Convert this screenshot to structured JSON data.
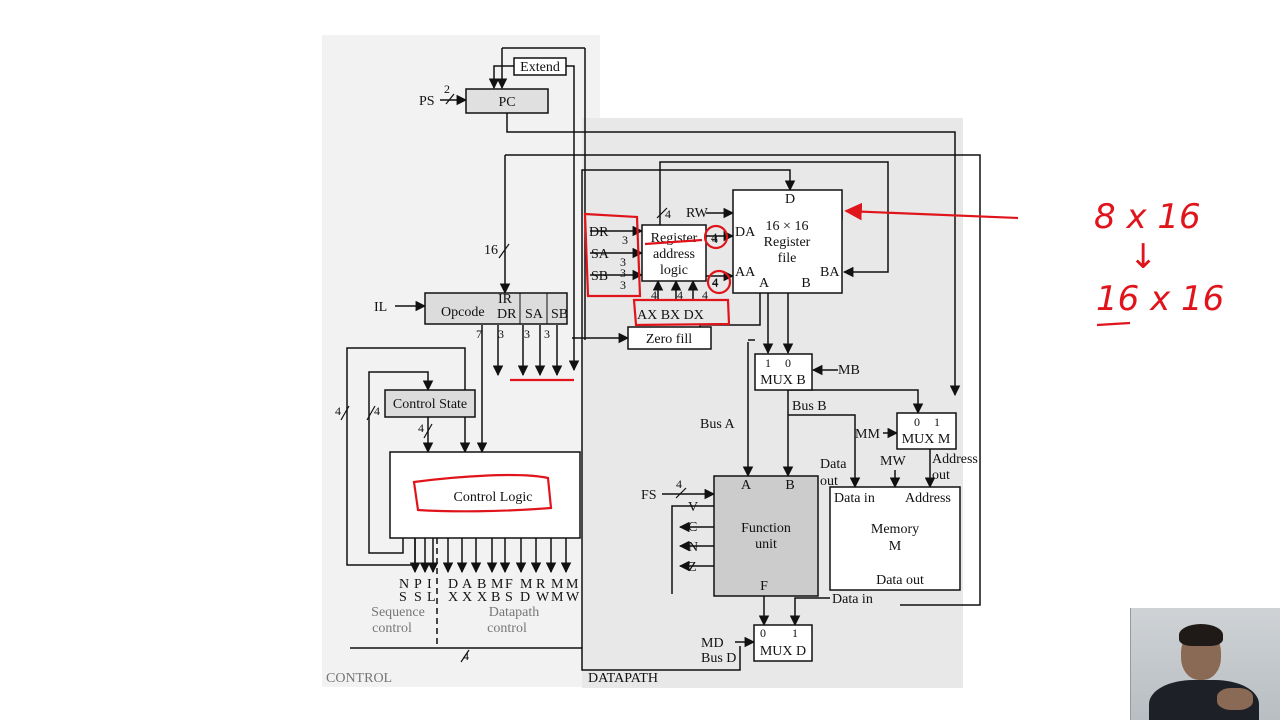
{
  "diagram": {
    "extend": "Extend",
    "pc": "PC",
    "ps": "PS",
    "ps_width": "2",
    "w16": "16",
    "il": "IL",
    "ir": "IR",
    "opcode": "Opcode",
    "ir_dr": "DR",
    "ir_sa": "SA",
    "ir_sb": "SB",
    "f7": "7",
    "f3a": "3",
    "f3b": "3",
    "f3c": "3",
    "dr": "DR",
    "sa": "SA",
    "sb": "SB",
    "w3a": "3",
    "w3b": "3",
    "w3c": "3",
    "w3d": "3",
    "w4_top": "4",
    "rw": "RW",
    "reg_logic_1": "Register",
    "reg_logic_2": "address",
    "reg_logic_3": "logic",
    "rl_4a": "4",
    "rl_4b": "4",
    "da": "DA",
    "aa": "AA",
    "regfile_d": "D",
    "regfile_1": "16 × 16",
    "regfile_2": "Register",
    "regfile_3": "file",
    "ba": "BA",
    "regfile_a": "A",
    "regfile_b": "B",
    "ax_w": "4",
    "bx_w": "4",
    "dx_w": "4",
    "axbxdx": "AX BX DX",
    "zero_fill": "Zero fill",
    "muxb_1": "1",
    "muxb_0": "0",
    "muxb": "MUX B",
    "mb": "MB",
    "bus_b": "Bus B",
    "bus_a": "Bus A",
    "mm": "MM",
    "muxm_0": "0",
    "muxm_1": "1",
    "muxm": "MUX M",
    "data_out_1": "Data",
    "data_out_2": "out",
    "mw": "MW",
    "address_out_1": "Address",
    "address_out_2": "out",
    "fs": "FS",
    "fs_w": "4",
    "fu_a": "A",
    "fu_b": "B",
    "fu_1": "Function",
    "fu_2": "unit",
    "fu_f": "F",
    "v": "V",
    "c": "C",
    "n": "N",
    "z": "Z",
    "mem_data_in": "Data in",
    "mem_address": "Address",
    "mem_1": "Memory",
    "mem_2": "M",
    "mem_data_out": "Data out",
    "data_in": "Data in",
    "md": "MD",
    "bus_d": "Bus D",
    "muxd_0": "0",
    "muxd_1": "1",
    "muxd": "MUX D",
    "cs_w4a": "4",
    "cs_w4b": "4",
    "control_state": "Control State",
    "cs_w4c": "4",
    "control_logic": "Control Logic",
    "sig_top": [
      "N",
      "P",
      "I",
      "D",
      "A",
      "B",
      "M",
      "F",
      "M",
      "R",
      "M",
      "M"
    ],
    "sig_bot": [
      "S",
      "S",
      "L",
      "X",
      "X",
      "X",
      "B",
      "S",
      "D",
      "W",
      "M",
      "W"
    ],
    "sequence_control_1": "Sequence",
    "sequence_control_2": "control",
    "datapath_control_1": "Datapath",
    "datapath_control_2": "control",
    "bottom_w4": "4",
    "control": "CONTROL",
    "datapath": "DATAPATH"
  },
  "annotations": {
    "line1": "8 x 16",
    "arrow": "↓",
    "line2": "16 x 16",
    "c4a": "4",
    "c4b": "4"
  },
  "colors": {
    "ink": "#e0141b",
    "control_bg": "#f2f2f2",
    "datapath_bg": "#e8e8e8",
    "function_unit": "#cccccc"
  }
}
